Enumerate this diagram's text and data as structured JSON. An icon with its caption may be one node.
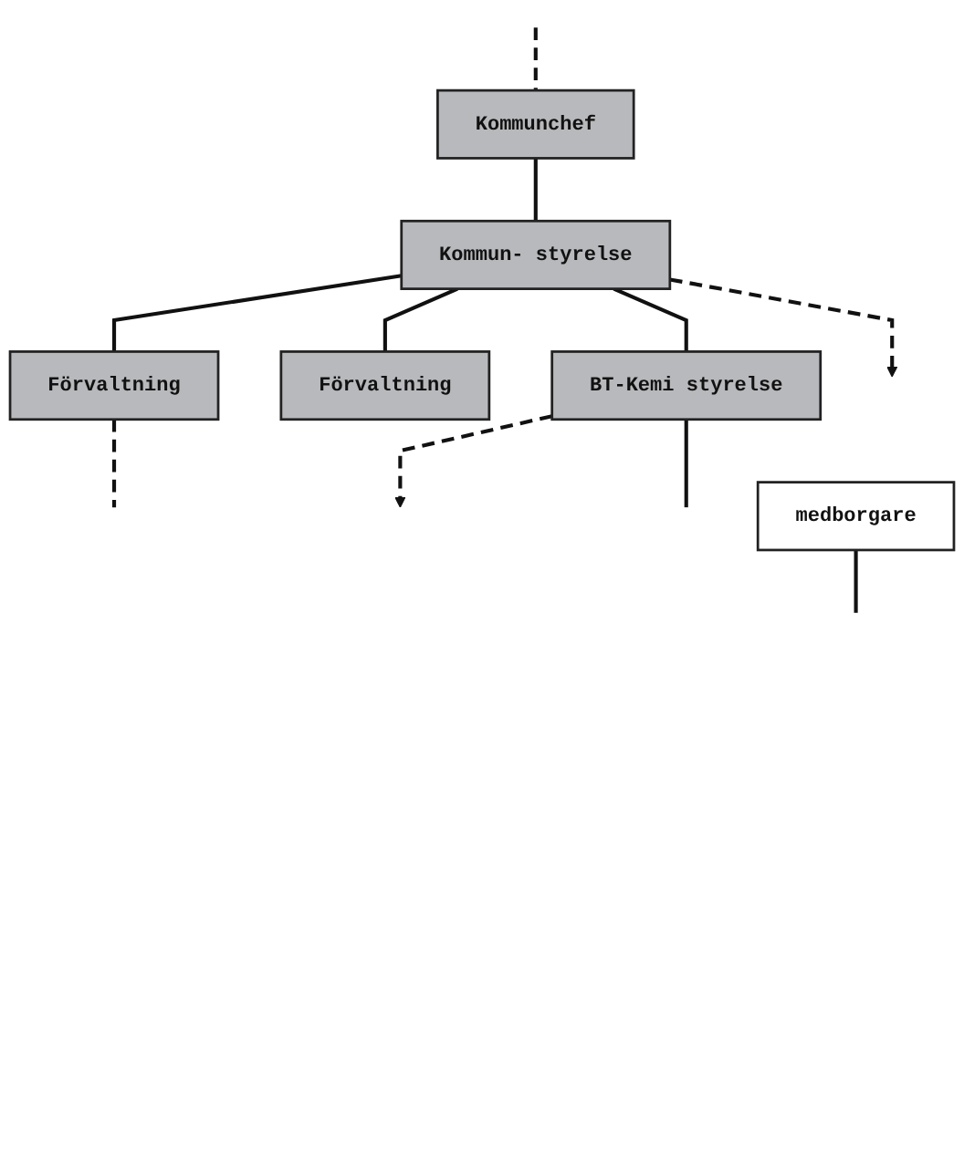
{
  "diagram": {
    "nodes": [
      {
        "text": [
          "Kommunchef"
        ]
      },
      {
        "text": [
          "Kommun- styrelse"
        ]
      },
      {
        "text": [
          "Förvaltning"
        ]
      },
      {
        "text": [
          "Förvaltning"
        ]
      },
      {
        "text": [
          "BT-Kemi styrelse"
        ]
      },
      {
        "text": [
          "medborgare"
        ]
      }
    ],
    "edges": [
      {
        "from": null,
        "to": 0,
        "arrow": "none",
        "style": "dashed"
      },
      {
        "from": 0,
        "to": 1,
        "arrow": "none"
      },
      {
        "from": 1,
        "to": 2,
        "arrow": "none"
      },
      {
        "from": 1,
        "to": 3,
        "arrow": "none"
      },
      {
        "from": 1,
        "to": 4,
        "arrow": "none"
      },
      {
        "from": 1,
        "to": null,
        "arrow": "to",
        "style": "dashed"
      },
      {
        "from": 4,
        "to": null,
        "arrow": "to",
        "style": "dashed"
      },
      {
        "from": 2,
        "to": null,
        "arrow": "none",
        "style": "dashed"
      },
      {
        "from": 4,
        "to": null,
        "arrow": "none"
      },
      {
        "from": 5,
        "to": null,
        "arrow": "none"
      }
    ]
  }
}
